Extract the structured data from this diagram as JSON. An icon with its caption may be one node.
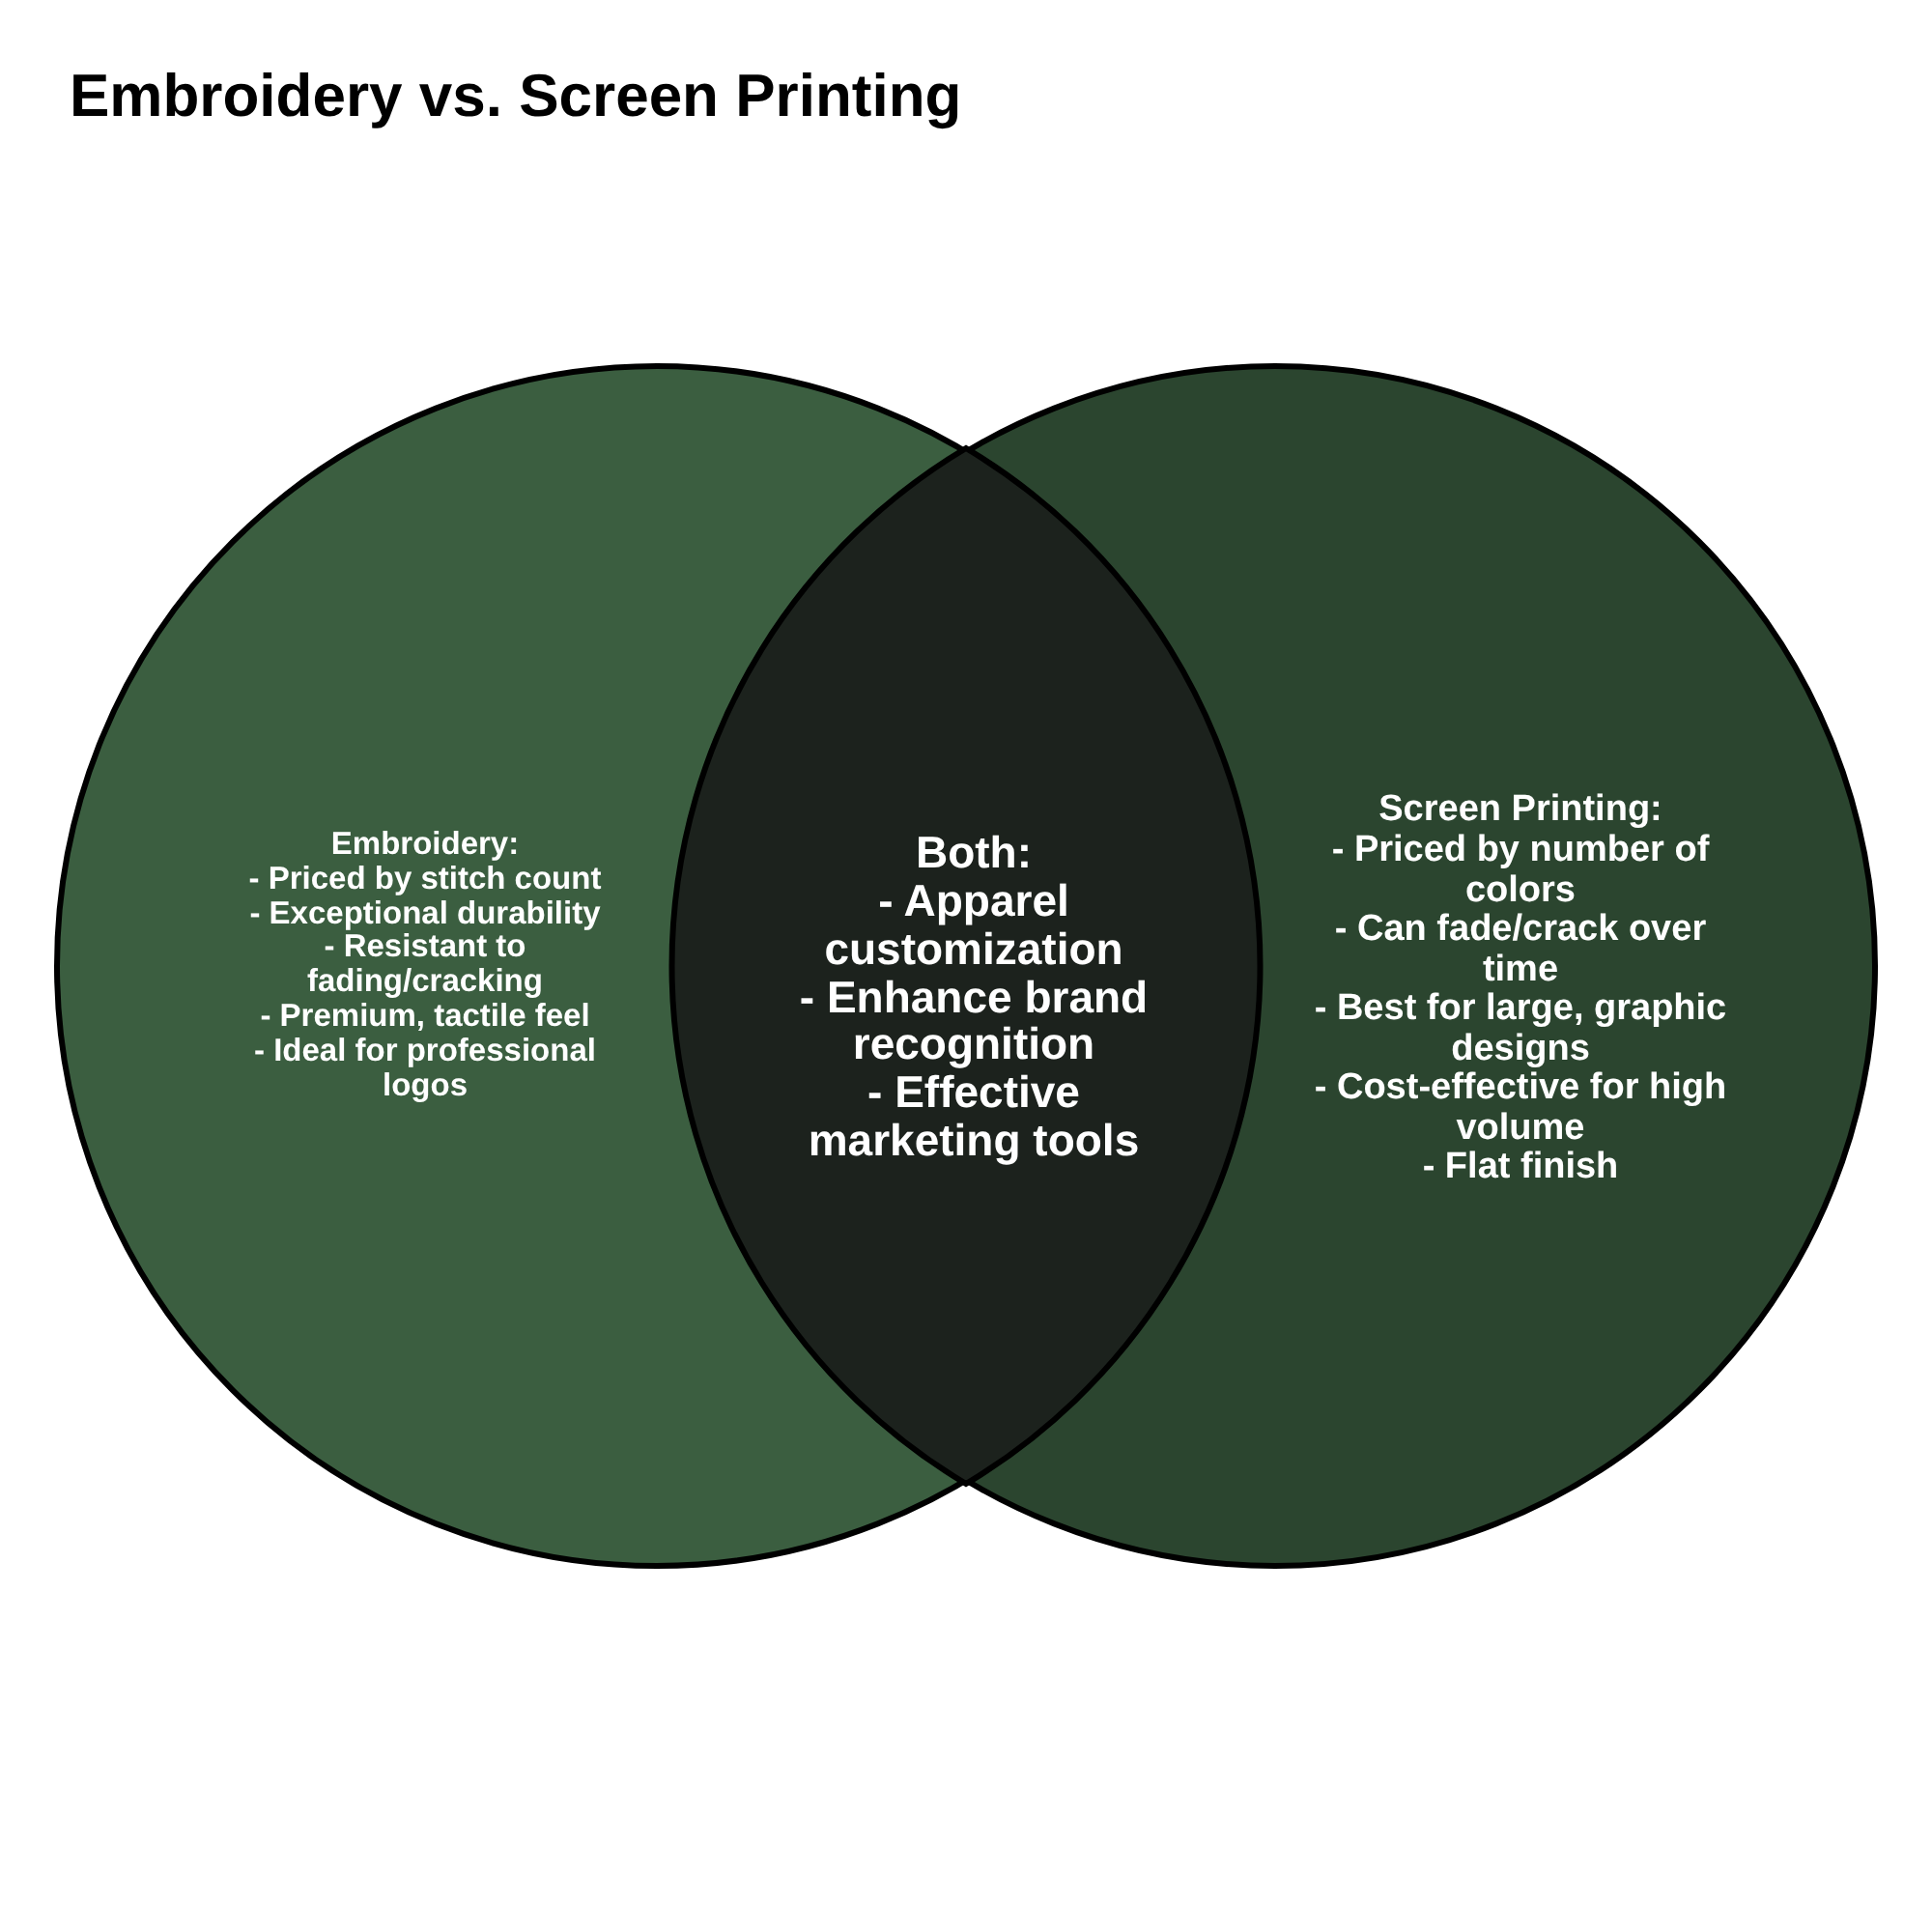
{
  "diagram": {
    "title": "Embroidery vs. Screen Printing",
    "nodes": [
      {
        "text": [
          "Embroidery:",
          "- Priced by stitch count",
          "- Exceptional durability",
          "- Resistant to fading/cracking",
          "- Premium, tactile feel",
          "- Ideal for professional logos"
        ]
      },
      {
        "text": [
          "Screen Printing:",
          "- Priced by number of colors",
          "- Can fade/crack over time",
          "- Best for large, graphic designs",
          "- Cost-effective for high volume",
          "- Flat finish"
        ]
      },
      {
        "text": [
          "Both:",
          "- Apparel customization",
          "- Enhance brand recognition",
          "- Effective marketing tools"
        ]
      }
    ]
  }
}
